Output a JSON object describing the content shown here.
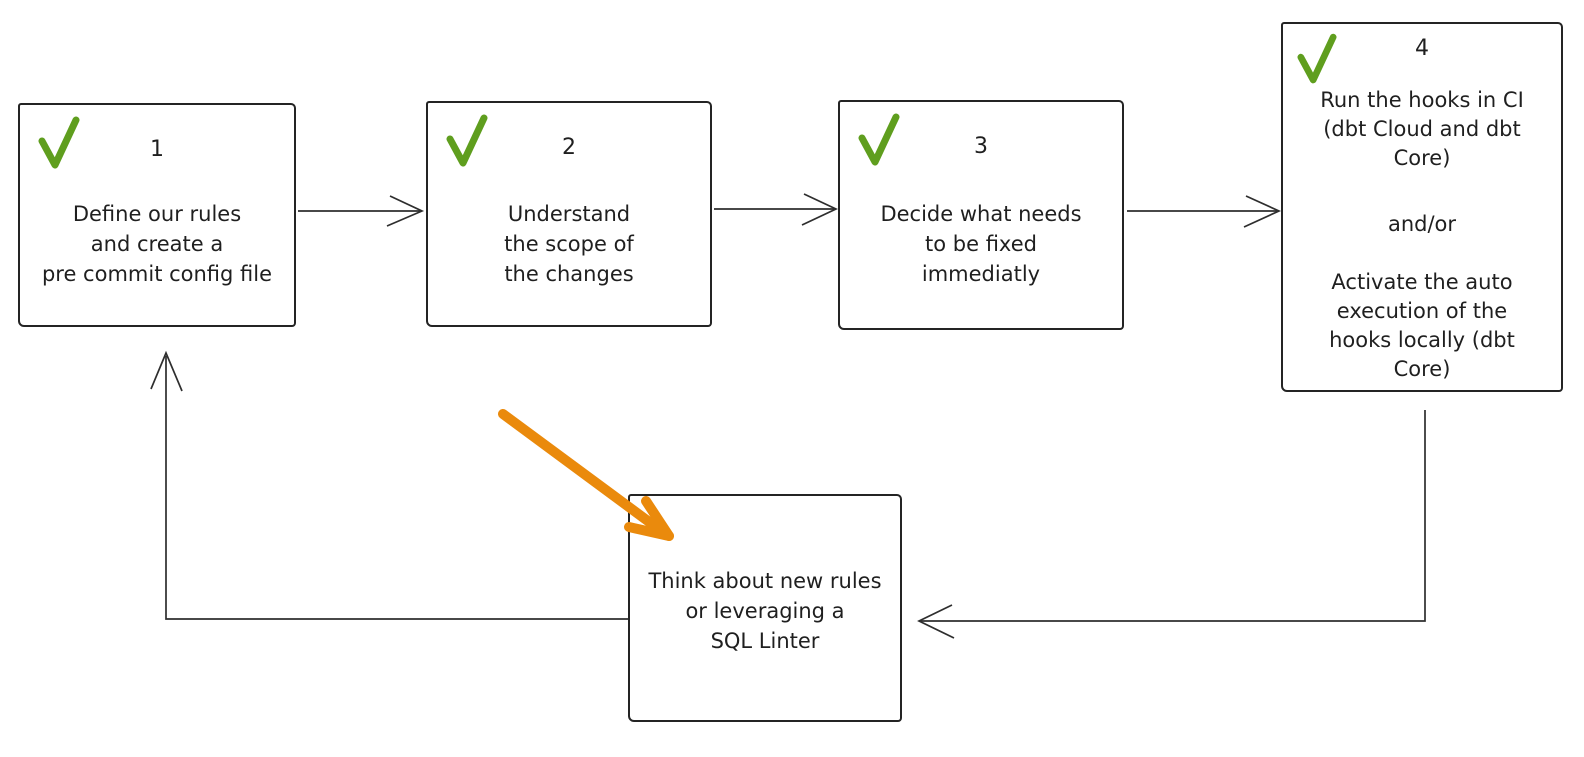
{
  "colors": {
    "ink": "#242424",
    "arrow": "#2e2e2e",
    "check_green": "#5f9e1e",
    "orange": "#ea8a0c"
  },
  "steps": [
    {
      "number": "1",
      "checked": true,
      "lines": [
        "Define our rules",
        "and create a",
        "pre commit config file"
      ]
    },
    {
      "number": "2",
      "checked": true,
      "lines": [
        "Understand",
        "the scope of",
        "the changes"
      ]
    },
    {
      "number": "3",
      "checked": true,
      "lines": [
        "Decide what needs",
        "to be fixed",
        "immediatly"
      ]
    },
    {
      "number": "4",
      "checked": true,
      "para1": [
        "Run the hooks in CI",
        "(dbt Cloud and dbt",
        "Core)"
      ],
      "para2": "and/or",
      "para3": [
        "Activate the auto",
        "execution of the",
        "hooks locally (dbt",
        "Core)"
      ]
    }
  ],
  "feedback_box": {
    "lines": [
      "Think about new rules",
      "or leveraging a",
      "SQL Linter"
    ]
  }
}
